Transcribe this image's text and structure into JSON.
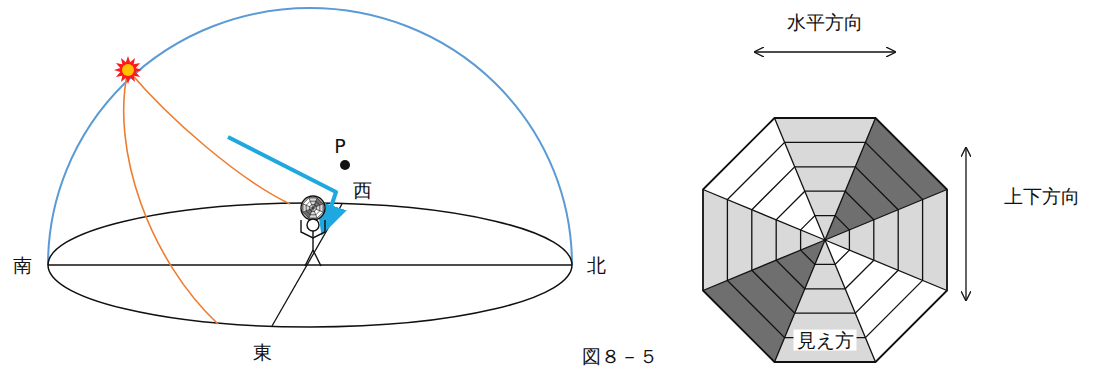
{
  "diagram": {
    "caption": "図８－５",
    "labels": [
      "南",
      "北",
      "東",
      "西",
      "P",
      "水平方向",
      "上下方向",
      "見え方"
    ]
  }
}
